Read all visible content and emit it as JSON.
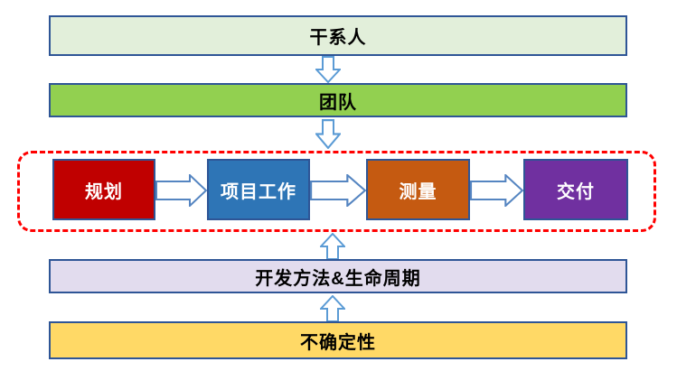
{
  "diagram": {
    "bars": {
      "stakeholders": {
        "label": "干系人",
        "fill": "#e2efda"
      },
      "team": {
        "label": "团队",
        "fill": "#92d050"
      },
      "dev_method": {
        "label": "开发方法&生命周期",
        "fill": "#e2dcee"
      },
      "uncertainty": {
        "label": "不确定性",
        "fill": "#ffd966"
      }
    },
    "process_flow": {
      "boxes": {
        "planning": {
          "label": "规划",
          "fill": "#c00000"
        },
        "project_work": {
          "label": "项目工作",
          "fill": "#2e75b6"
        },
        "measurement": {
          "label": "测量",
          "fill": "#c55a11"
        },
        "delivery": {
          "label": "交付",
          "fill": "#7030a0"
        }
      },
      "frame": {
        "border_color": "#ff0000",
        "border_style": "dashed"
      }
    },
    "icons": {
      "down_arrows": [
        "down-arrow-icon",
        "down-arrow-icon"
      ],
      "up_arrows": [
        "up-arrow-icon",
        "up-arrow-icon"
      ],
      "right_arrows": [
        "right-arrow-icon",
        "right-arrow-icon",
        "right-arrow-icon"
      ]
    },
    "colors": {
      "bar_border": "#2e5596",
      "box_border": "#2e5596",
      "arrow_fill": "#ffffff",
      "arrow_outline": "#5b9bd5",
      "dashed_frame": "#ff0000",
      "bar_text": "#000000",
      "box_text": "#ffffff",
      "background": "#ffffff"
    }
  }
}
